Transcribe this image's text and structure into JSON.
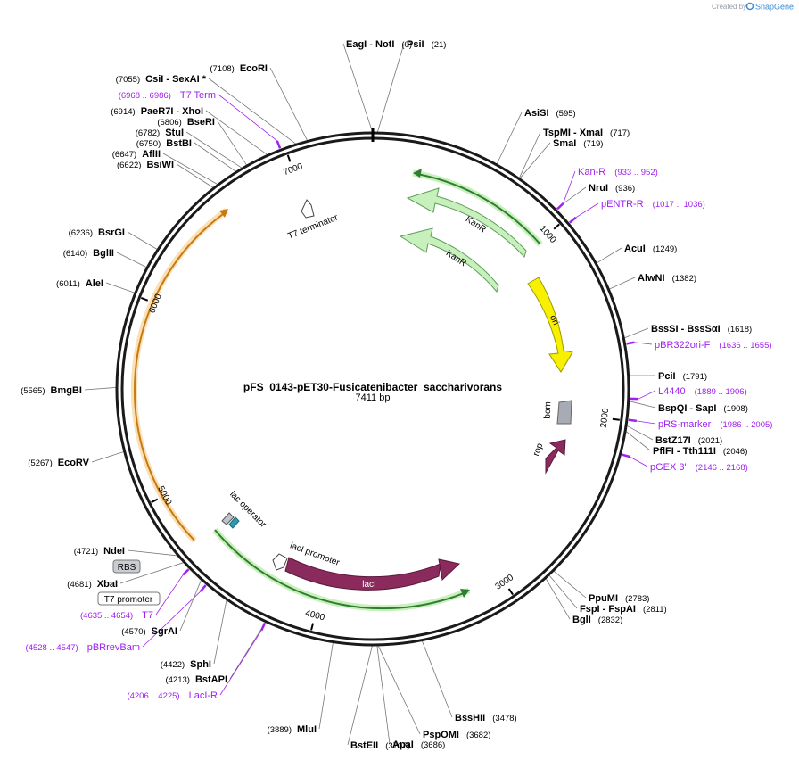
{
  "brand": {
    "prefix": "Created by",
    "name": "SnapGene"
  },
  "plasmid": {
    "name": "pFS_0143-pET30-Fusicatenibacter_saccharivorans",
    "length_label": "7411 bp",
    "length": 7411
  },
  "ticks": [
    "1000",
    "2000",
    "3000",
    "4000",
    "5000",
    "6000",
    "7000"
  ],
  "enzymes": [
    {
      "site": 0,
      "label": "EagI  -  NotI",
      "pos": "(0)"
    },
    {
      "site": 21,
      "label": "PsiI",
      "pos": "(21)"
    },
    {
      "site": 595,
      "label": "AsiSI",
      "pos": "(595)"
    },
    {
      "site": 717,
      "label": "TspMI  -  XmaI",
      "pos": "(717)"
    },
    {
      "site": 719,
      "label": "SmaI",
      "pos": "(719)"
    },
    {
      "site": 936,
      "label": "NruI",
      "pos": "(936)"
    },
    {
      "site": 1249,
      "label": "AcuI",
      "pos": "(1249)"
    },
    {
      "site": 1382,
      "label": "AlwNI",
      "pos": "(1382)"
    },
    {
      "site": 1618,
      "label": "BssSI  -  BssSαI",
      "pos": "(1618)"
    },
    {
      "site": 1791,
      "label": "PciI",
      "pos": "(1791)"
    },
    {
      "site": 1908,
      "label": "BspQI  -  SapI",
      "pos": "(1908)"
    },
    {
      "site": 2021,
      "label": "BstZ17I",
      "pos": "(2021)"
    },
    {
      "site": 2046,
      "label": "PflFI  -  Tth111I",
      "pos": "(2046)"
    },
    {
      "site": 2783,
      "label": "PpuMI",
      "pos": "(2783)"
    },
    {
      "site": 2811,
      "label": "FspI  -  FspAI",
      "pos": "(2811)"
    },
    {
      "site": 2832,
      "label": "BglI",
      "pos": "(2832)"
    },
    {
      "site": 3478,
      "label": "BssHII",
      "pos": "(3478)"
    },
    {
      "site": 3682,
      "label": "PspOMI",
      "pos": "(3682)"
    },
    {
      "site": 3686,
      "label": "ApaI",
      "pos": "(3686)"
    },
    {
      "site": 3707,
      "label": "BstEII",
      "pos": "(3707)"
    },
    {
      "site": 3889,
      "label": "MluI",
      "pos": "(3889)"
    },
    {
      "site": 4213,
      "label": "BstAPI",
      "pos": "(4213)"
    },
    {
      "site": 4422,
      "label": "SphI",
      "pos": "(4422)"
    },
    {
      "site": 4570,
      "label": "SgrAI",
      "pos": "(4570)"
    },
    {
      "site": 4681,
      "label": "XbaI",
      "pos": "(4681)"
    },
    {
      "site": 4721,
      "label": "NdeI",
      "pos": "(4721)"
    },
    {
      "site": 5267,
      "label": "EcoRV",
      "pos": "(5267)"
    },
    {
      "site": 5565,
      "label": "BmgBI",
      "pos": "(5565)"
    },
    {
      "site": 6011,
      "label": "AleI",
      "pos": "(6011)"
    },
    {
      "site": 6140,
      "label": "BglII",
      "pos": "(6140)"
    },
    {
      "site": 6236,
      "label": "BsrGI",
      "pos": "(6236)"
    },
    {
      "site": 6622,
      "label": "BsiWI",
      "pos": "(6622)"
    },
    {
      "site": 6647,
      "label": "AflII",
      "pos": "(6647)"
    },
    {
      "site": 6750,
      "label": "BstBI",
      "pos": "(6750)"
    },
    {
      "site": 6782,
      "label": "StuI",
      "pos": "(6782)"
    },
    {
      "site": 6806,
      "label": "BseRI",
      "pos": "(6806)"
    },
    {
      "site": 6914,
      "label": "PaeR7I  -  XhoI",
      "pos": "(6914)"
    },
    {
      "site": 7055,
      "label": "CsiI  -  SexAI *",
      "pos": "(7055)"
    },
    {
      "site": 7108,
      "label": "EcoRI",
      "pos": "(7108)"
    }
  ],
  "primers": [
    {
      "site": 6977,
      "label": "T7 Term",
      "range": "(6968 .. 6986)"
    },
    {
      "site": 942,
      "label": "Kan-R",
      "range": "(933 .. 952)"
    },
    {
      "site": 1026,
      "label": "pENTR-R",
      "range": "(1017 .. 1036)"
    },
    {
      "site": 1645,
      "label": "pBR322ori-F",
      "range": "(1636 .. 1655)"
    },
    {
      "site": 1897,
      "label": "L4440",
      "range": "(1889 .. 1906)"
    },
    {
      "site": 1995,
      "label": "pRS-marker",
      "range": "(1986 .. 2005)"
    },
    {
      "site": 2157,
      "label": "pGEX 3'",
      "range": "(2146 .. 2168)"
    },
    {
      "site": 4644,
      "label": "T7",
      "range": "(4635 .. 4654)"
    },
    {
      "site": 4537,
      "label": "pBRrevBam",
      "range": "(4528 .. 4547)"
    },
    {
      "site": 4215,
      "label": "LacI-R",
      "range": "(4206 .. 4225)"
    }
  ],
  "features": [
    {
      "label": "KanR"
    },
    {
      "label": "KanR"
    },
    {
      "label": "ori"
    },
    {
      "label": "bom"
    },
    {
      "label": "rop"
    },
    {
      "label": "lacI"
    },
    {
      "label": "lacI promoter"
    },
    {
      "label": "lac operator"
    },
    {
      "label": "T7 terminator"
    },
    {
      "label": "RBS"
    },
    {
      "label": "T7 promoter"
    }
  ],
  "colors": {
    "backbone": "#1a1a1a",
    "orf_green_fill": "#c8f0bc",
    "orf_green_stroke": "#2f7d2f",
    "orf_orange_stroke": "#c77a10",
    "ori": "#f8f000",
    "rop": "#8b2a5c",
    "bom": "#a6abb4",
    "lac_operator": "#2d9cae",
    "primer": "#a020f0",
    "leader": "#777777"
  }
}
